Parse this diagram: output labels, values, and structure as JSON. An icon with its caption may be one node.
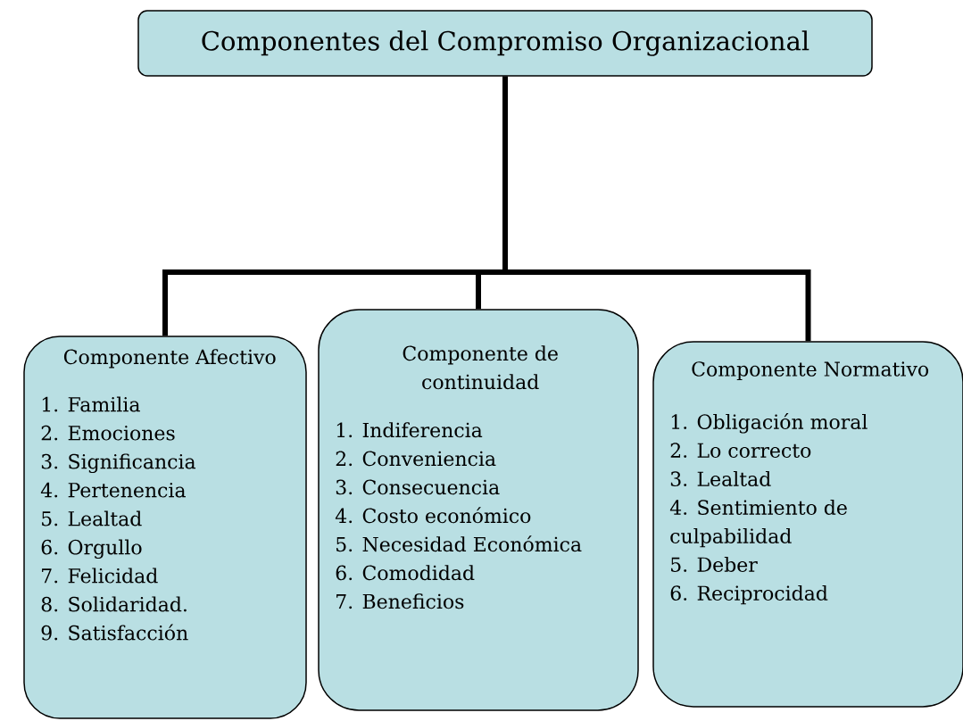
{
  "diagram": {
    "nodes": [
      {
        "text": [
          "Componentes del Compromiso Organizacional"
        ]
      },
      {
        "text": [
          "Componente Afectivo",
          "1. Familia",
          "2. Emociones",
          "3. Significancia",
          "4. Pertenencia",
          "5. Lealtad",
          "6. Orgullo",
          "7. Felicidad",
          "8. Solidaridad.",
          "9. Satisfacción"
        ]
      },
      {
        "text": [
          "Componente de continuidad",
          "1. Indiferencia",
          "2. Conveniencia",
          "3. Consecuencia",
          "4. Costo económico",
          "5. Necesidad Económica",
          "6. Comodidad",
          "7. Beneficios"
        ]
      },
      {
        "text": [
          "Componente Normativo",
          "1. Obligación moral",
          "2. Lo correcto",
          "3. Lealtad",
          "4. Sentimiento de culpabilidad",
          "5. Deber",
          "6.  Reciprocidad"
        ]
      }
    ],
    "edges": [
      {
        "from": 0,
        "to": 1,
        "arrow": "none"
      },
      {
        "from": 0,
        "to": 2,
        "arrow": "none"
      },
      {
        "from": 0,
        "to": 3,
        "arrow": "none"
      }
    ]
  }
}
